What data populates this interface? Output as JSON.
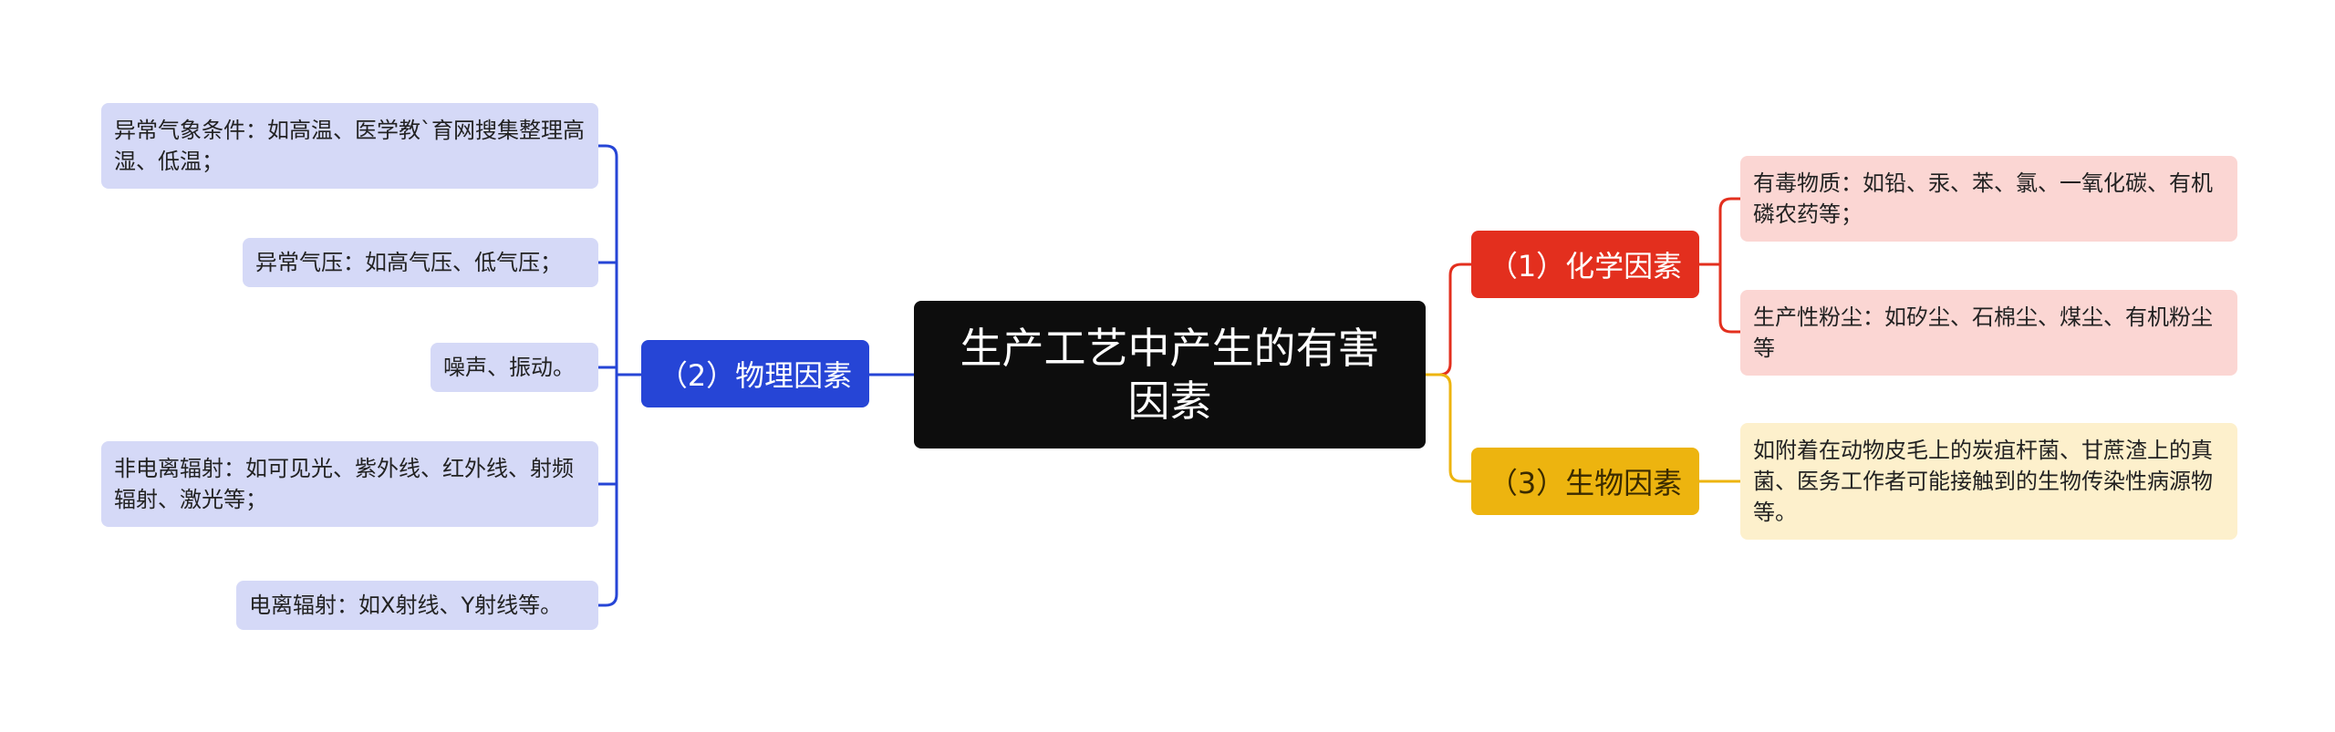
{
  "diagram": {
    "root": {
      "label": "生产工艺中产生的有害因素"
    },
    "branches": {
      "chemical": {
        "label": "（1）化学因素",
        "color": "#e32f1e",
        "items": [
          "有毒物质：如铅、汞、苯、氯、一氧化碳、有机磷农药等；",
          "生产性粉尘：如矽尘、石棉尘、煤尘、有机粉尘等"
        ]
      },
      "physical": {
        "label": "（2）物理因素",
        "color": "#2645d6",
        "items": [
          "异常气象条件：如高温、医学教`育网搜集整理高湿、低温；",
          "异常气压：如高气压、低气压；",
          "噪声、振动。",
          "非电离辐射：如可见光、紫外线、红外线、射频辐射、激光等；",
          "电离辐射：如X射线、Y射线等。"
        ]
      },
      "biological": {
        "label": "（3）生物因素",
        "color": "#edb40f",
        "items": [
          "如附着在动物皮毛上的炭疽杆菌、甘蔗渣上的真菌、医务工作者可能接触到的生物传染性病源物等。"
        ]
      }
    }
  }
}
